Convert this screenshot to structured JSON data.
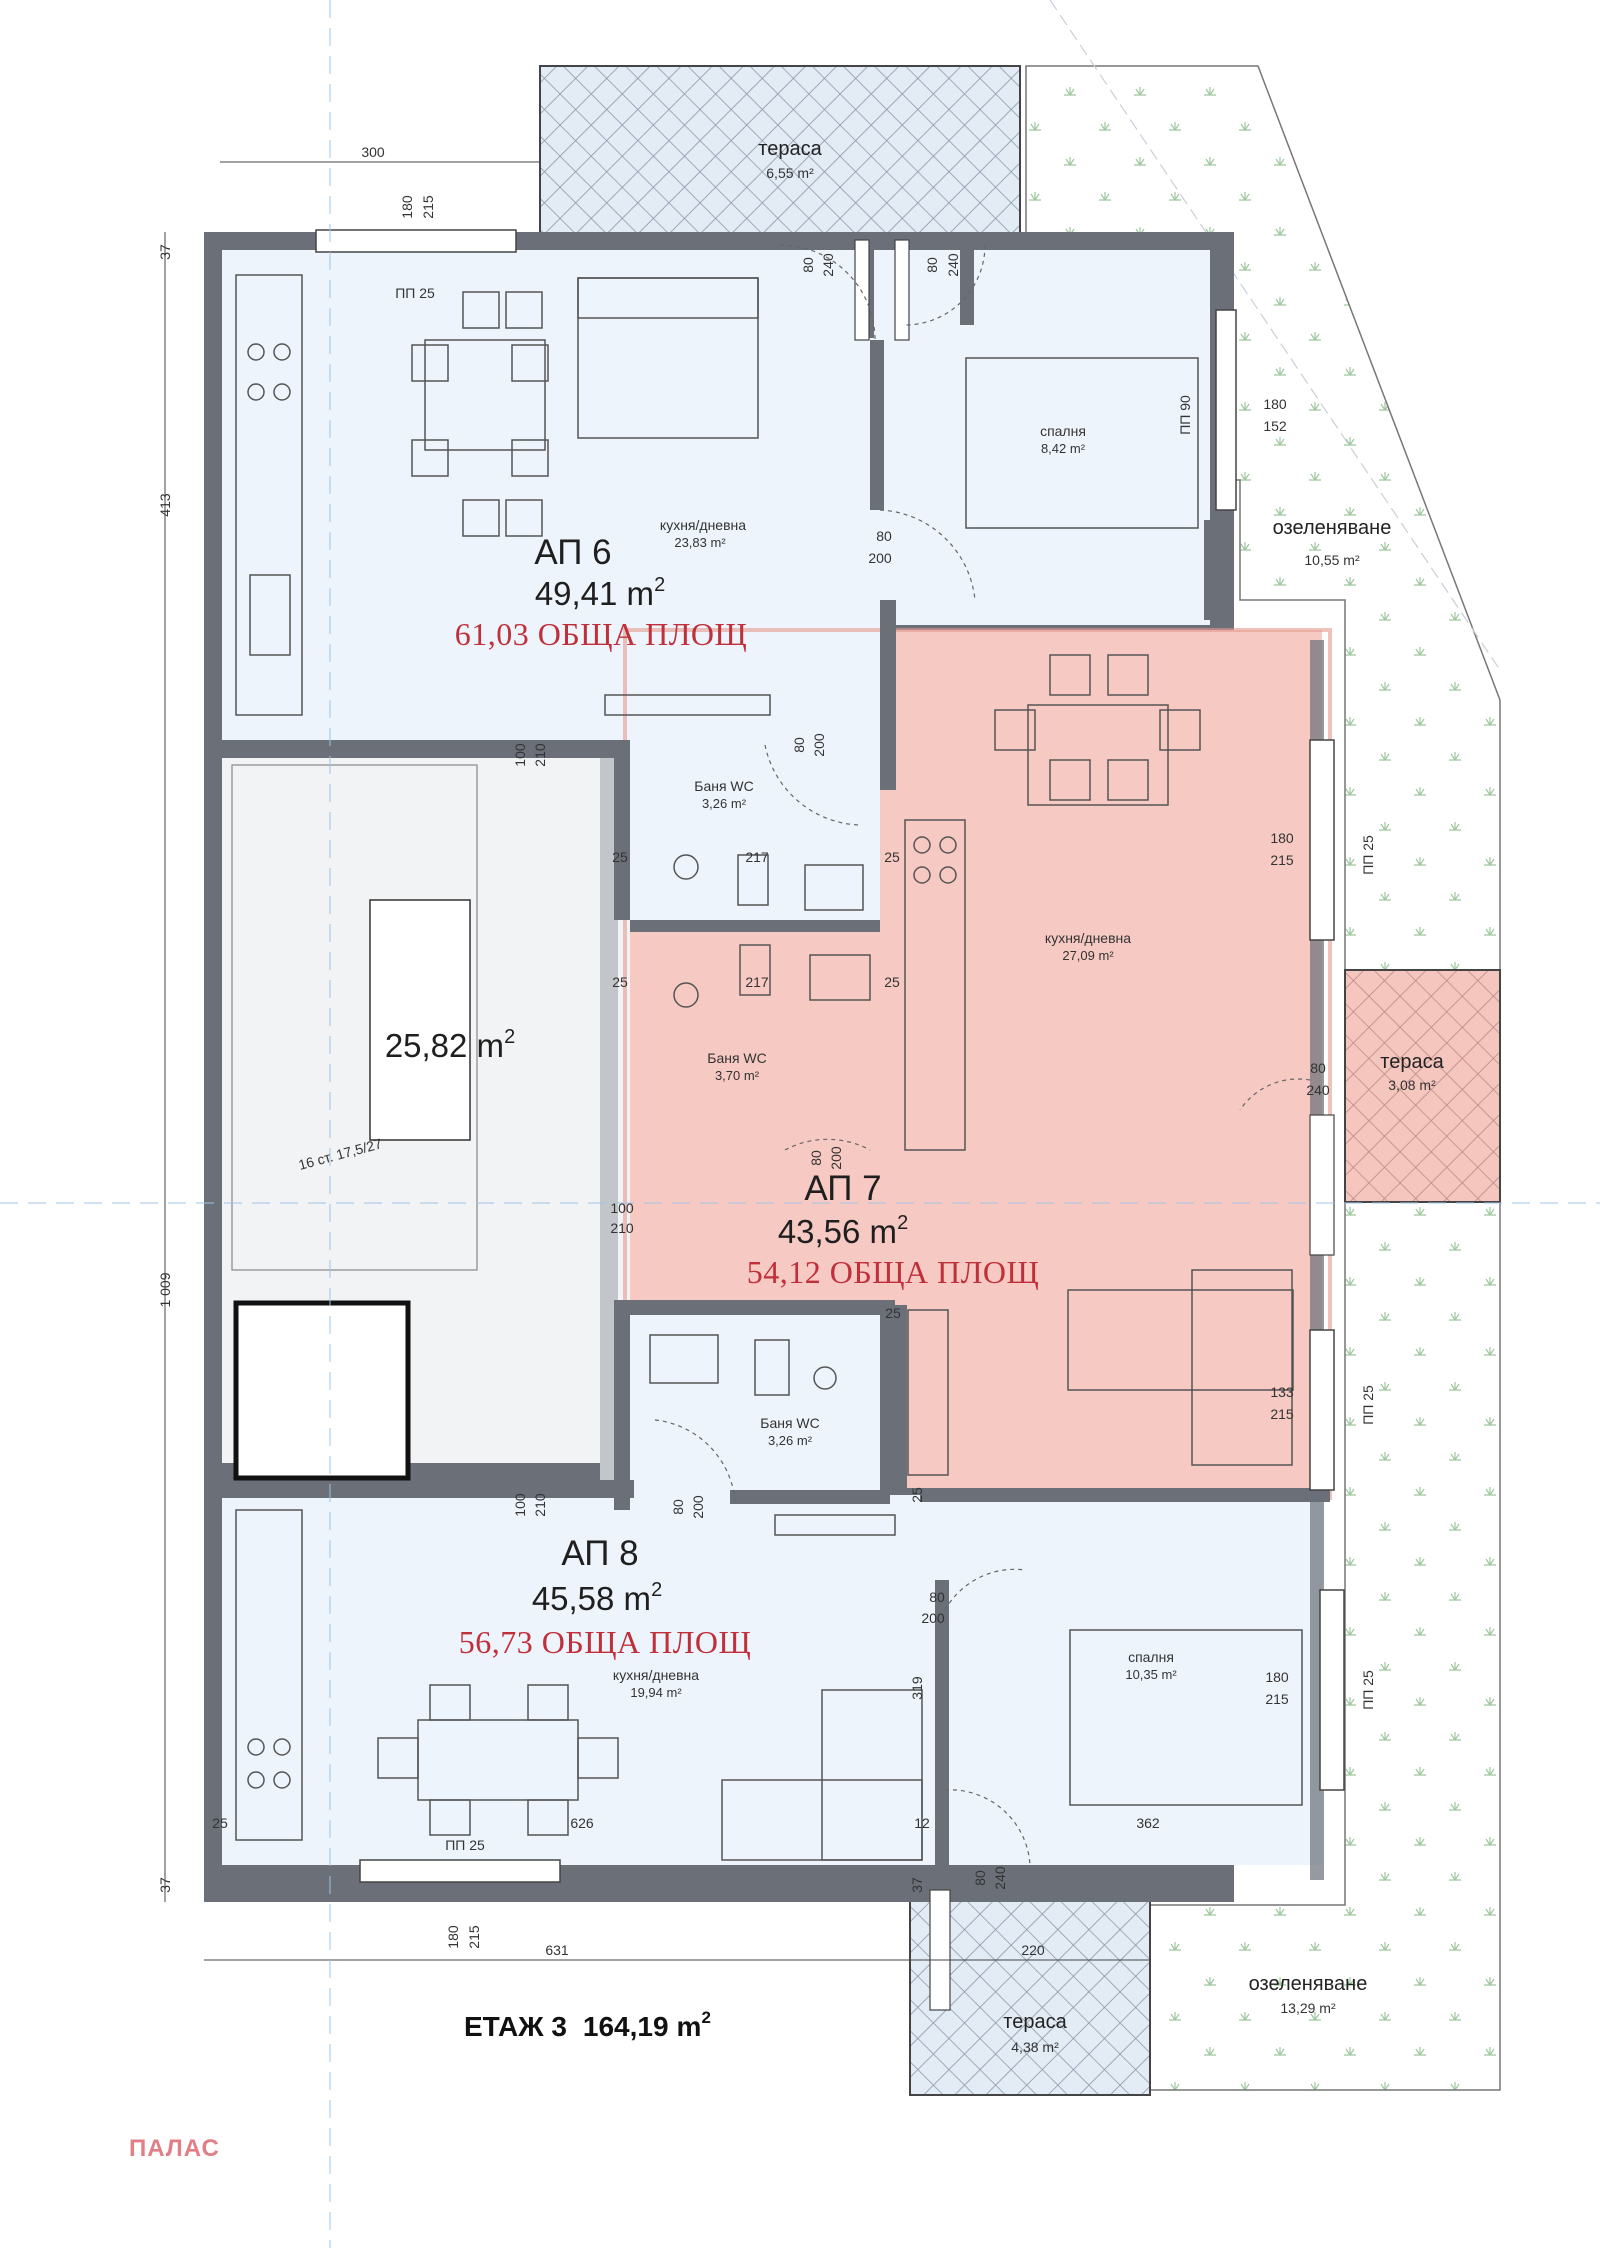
{
  "floor": {
    "label": "ЕТАЖ 3",
    "area": "164,19",
    "unit": "m",
    "sup": "2"
  },
  "brand": "ПАЛАС",
  "apartments": [
    {
      "id": "ap6",
      "name": "АП 6",
      "area": "49,41 m",
      "sup": "2",
      "total": "61,03 ОБЩА ПЛОЩ"
    },
    {
      "id": "ap7",
      "name": "АП 7",
      "area": "43,56 m",
      "sup": "2",
      "total": "54,12 ОБЩА ПЛОЩ"
    },
    {
      "id": "ap8",
      "name": "АП 8",
      "area": "45,58 m",
      "sup": "2",
      "total": "56,73 ОБЩА ПЛОЩ"
    }
  ],
  "stairwell": {
    "area": "25,82 m",
    "sup": "2",
    "steps_label": "16 ст. 17,5/27"
  },
  "rooms": [
    {
      "id": "ap6-kitchen",
      "name": "кухня/дневна",
      "area": "23,83 m²"
    },
    {
      "id": "ap6-bedroom",
      "name": "спалня",
      "area": "8,42 m²"
    },
    {
      "id": "ap6-bath",
      "name": "Баня WC",
      "area": "3,26 m²"
    },
    {
      "id": "ap7-kitchen",
      "name": "кухня/дневна",
      "area": "27,09 m²"
    },
    {
      "id": "ap7-bath",
      "name": "Баня WC",
      "area": "3,70 m²"
    },
    {
      "id": "ap8-bath",
      "name": "Баня WC",
      "area": "3,26 m²"
    },
    {
      "id": "ap8-kitchen",
      "name": "кухня/дневна",
      "area": "19,94 m²"
    },
    {
      "id": "ap8-bedroom",
      "name": "спалня",
      "area": "10,35 m²"
    }
  ],
  "outdoor": [
    {
      "id": "terrace-top",
      "name": "тераса",
      "area": "6,55 m²"
    },
    {
      "id": "terrace-right",
      "name": "тераса",
      "area": "3,08 m²"
    },
    {
      "id": "terrace-bottom",
      "name": "тераса",
      "area": "4,38 m²"
    },
    {
      "id": "green-top",
      "name": "озеленяване",
      "area": "10,55 m²"
    },
    {
      "id": "green-bottom",
      "name": "озеленяване",
      "area": "13,29 m²"
    }
  ],
  "dimensions": {
    "top_300": "300",
    "left_37a": "37",
    "left_413": "413",
    "left_1009": "1 009",
    "left_37b": "37",
    "bottom_631": "631",
    "bottom_220": "220",
    "win_top_180": "180",
    "win_top_215": "215",
    "pp25_top": "ПП 25",
    "door_top1_80": "80",
    "door_top1_240": "240",
    "door_top2_80": "80",
    "door_top2_240": "240",
    "bed_win_180": "180",
    "bed_win_152": "152",
    "bed_pp90": "ПП 90",
    "ap6_door_80": "80",
    "ap6_door_200": "200",
    "ap6_entry_100": "100",
    "ap6_entry_210": "210",
    "ap6_bath_80": "80",
    "ap6_bath_200": "200",
    "b1_25a": "25",
    "b1_217": "217",
    "b1_25b": "25",
    "b2_25a": "25",
    "b2_217": "217",
    "b2_25b": "25",
    "ap7_bath_80": "80",
    "ap7_bath_200": "200",
    "ap7_entry_100": "100",
    "ap7_entry_210": "210",
    "ap7_win1_180": "180",
    "ap7_win1_215": "215",
    "ap7_pp25a": "ПП 25",
    "ap7_ter_80": "80",
    "ap7_ter_240": "240",
    "ap7_win2_133": "133",
    "ap7_win2_215": "215",
    "ap7_pp25b": "ПП 25",
    "b3_25": "25",
    "ap8_entry_100": "100",
    "ap8_entry_210": "210",
    "ap8_bath_80": "80",
    "ap8_bath_200": "200",
    "ap8_bath_25": "25",
    "ap8_bed_80": "80",
    "ap8_bed_200": "200",
    "ap8_319": "319",
    "ap8_win_180": "180",
    "ap8_win_215": "215",
    "ap8_pp25a": "ПП 25",
    "ap8_25": "25",
    "ap8_626": "626",
    "ap8_12": "12",
    "ap8_362": "362",
    "ap8_pp25b": "ПП 25",
    "ap8_37": "37",
    "ap8_ter_80": "80",
    "ap8_ter_240": "240",
    "bottom_win_180": "180",
    "bottom_win_215": "215"
  },
  "colors": {
    "apartment_fill": "#eef4fc",
    "apartment7_fill": "#f6c9c2",
    "total_text": "#c0303b",
    "brand_text": "#e27f86"
  }
}
